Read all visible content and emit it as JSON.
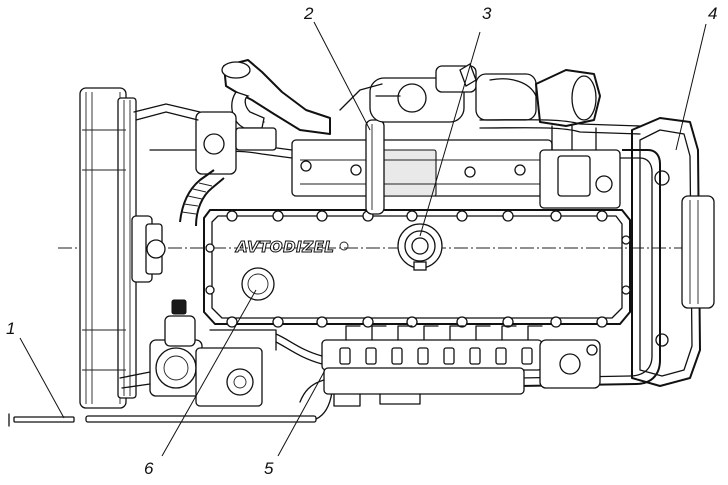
{
  "figure": {
    "brand_logo": "AVTODIZEL",
    "callouts": [
      {
        "id": "callout-1",
        "label": "1"
      },
      {
        "id": "callout-2",
        "label": "2"
      },
      {
        "id": "callout-3",
        "label": "3"
      },
      {
        "id": "callout-4",
        "label": "4"
      },
      {
        "id": "callout-5",
        "label": "5"
      },
      {
        "id": "callout-6",
        "label": "6"
      }
    ]
  }
}
